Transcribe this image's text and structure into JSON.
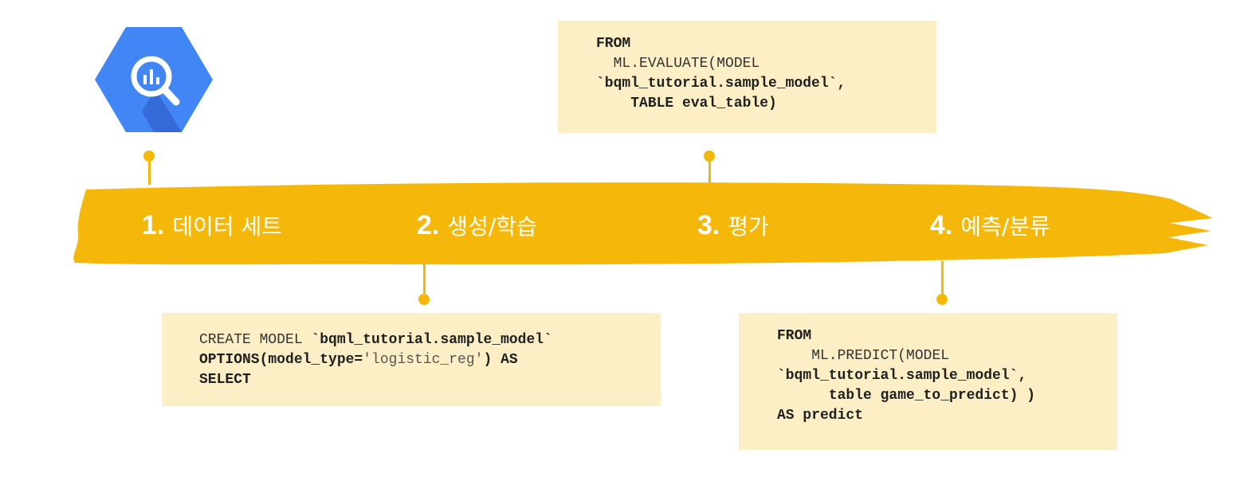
{
  "steps": [
    {
      "number": "1.",
      "label": "데이터 세트"
    },
    {
      "number": "2.",
      "label": "생성/학습"
    },
    {
      "number": "3.",
      "label": "평가"
    },
    {
      "number": "4.",
      "label": "예측/분류"
    }
  ],
  "code": {
    "evaluate": {
      "line1": "FROM",
      "line2": "ML.EVALUATE(MODEL",
      "line3": "`bqml_tutorial.sample_model`,",
      "line4": "TABLE eval_table)"
    },
    "create": {
      "kw1": "CREATE MODEL ",
      "model": "`bqml_tutorial.sample_model`",
      "kw2": "OPTIONS(model_type=",
      "str": "'logistic_reg'",
      "kw3": ") AS",
      "kw4": "SELECT"
    },
    "predict": {
      "line1": "FROM",
      "line2": "ML.PREDICT(MODEL",
      "line3": "`bqml_tutorial.sample_model`,",
      "line4": "table game_to_predict) )",
      "line5": "AS predict"
    }
  },
  "icons": {
    "logo": "bigquery-logo-icon"
  },
  "colors": {
    "band": "#f5b80a",
    "code_bg": "#fcefc6",
    "logo_blue": "#4285f4",
    "logo_dark": "#3367d6"
  }
}
